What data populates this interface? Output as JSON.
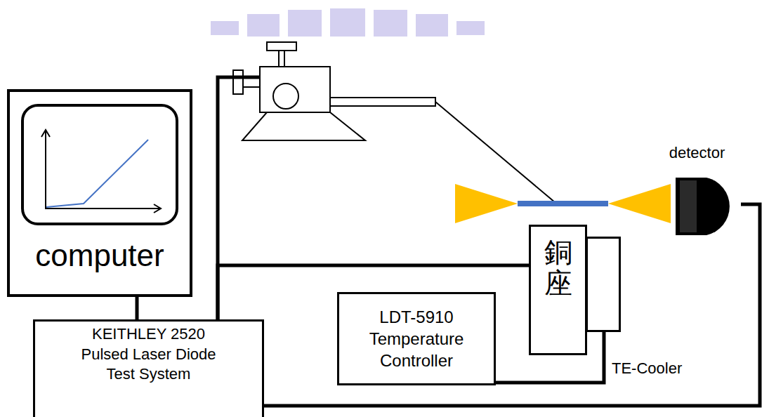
{
  "diagram": {
    "nodes": [
      {
        "text": [
          "computer"
        ]
      },
      {
        "text": [
          "detector"
        ]
      },
      {
        "text": [
          "銅座"
        ]
      },
      {
        "text": [
          "TE-Cooler"
        ]
      },
      {
        "text": [
          "LDT-5910 Temperature Controller"
        ]
      },
      {
        "text": [
          "KEITHLEY 2520 Pulsed Laser Diode Test System"
        ]
      }
    ],
    "edges": [
      {
        "from": 0,
        "to": 5,
        "arrow": "none"
      },
      {
        "from": 5,
        "to": 2,
        "arrow": "none"
      },
      {
        "from": 4,
        "to": 3,
        "arrow": "none"
      },
      {
        "from": 1,
        "to": 5,
        "arrow": "none"
      }
    ]
  }
}
